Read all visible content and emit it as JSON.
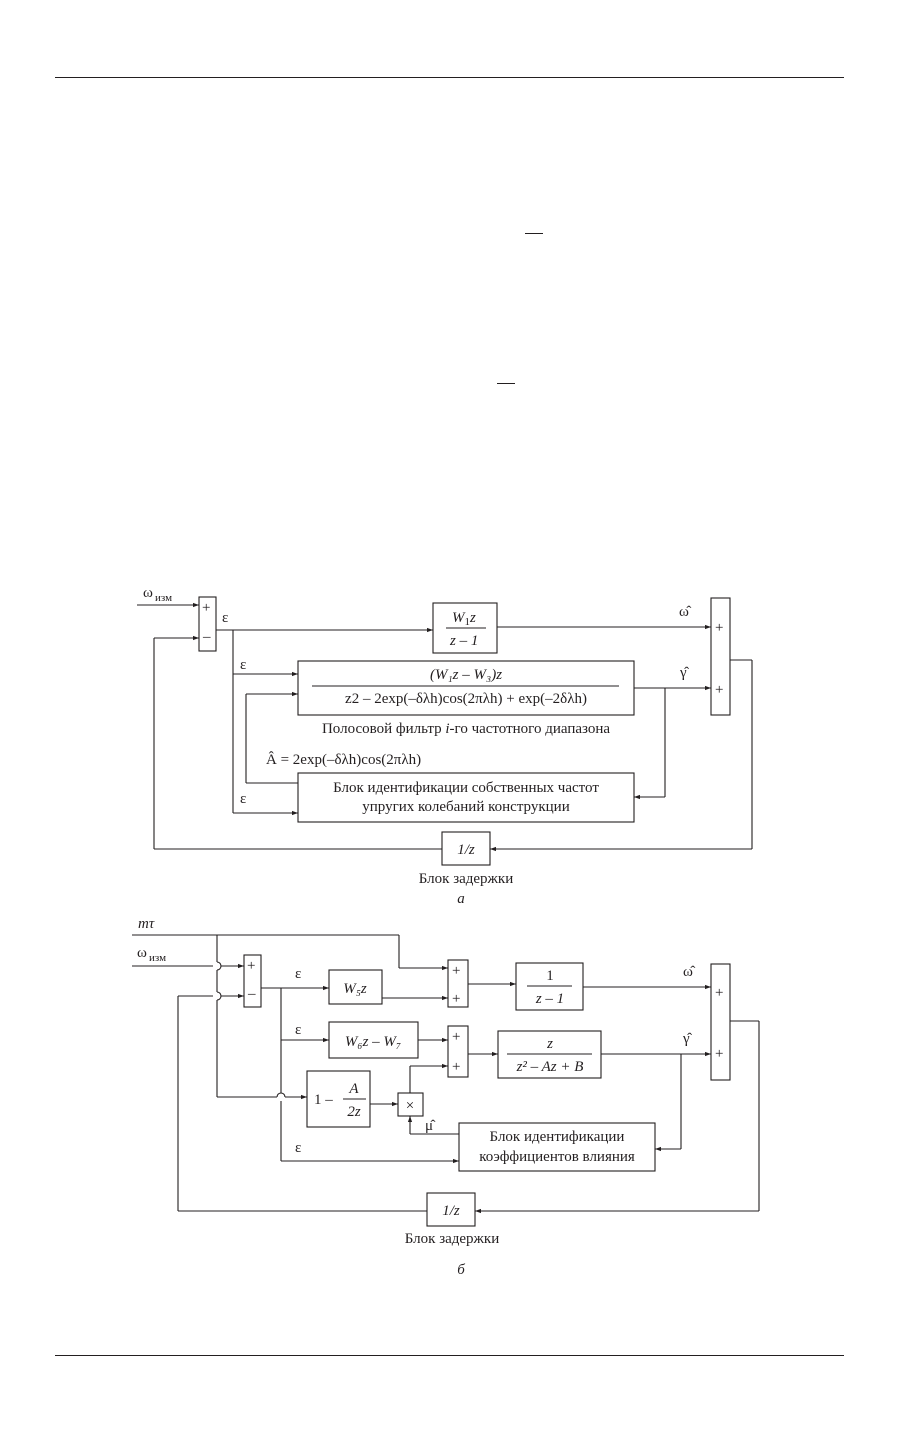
{
  "page": {
    "rule_color": "#231f20"
  },
  "diagram_a": {
    "input_label": "ω",
    "input_sub": "изм",
    "eps": "ε",
    "sum_in_plus": "+",
    "sum_in_minus": "–",
    "w1_num_var": "W",
    "w1_num_sub": "1",
    "w1_num_z": "z",
    "w1_den": "z – 1",
    "omega_hat": "ω̂",
    "gamma_hat": "γ̂",
    "sum_out_plus1": "+",
    "sum_out_plus2": "+",
    "bp_num": "(W₁z – W₃)z",
    "bp_den": "z2 – 2exp(–δλh)cos(2πλh) + exp(–2δλh)",
    "bp_caption_1": "Полосовой фильтр ",
    "bp_caption_i": "i",
    "bp_caption_2": "-го частотного диапазона",
    "a_hat_formula": "Â = 2exp(–δλh)cos(2πλh)",
    "ident_line1": "Блок идентификации собственных частот",
    "ident_line2": "упругих колебаний конструкции",
    "delay_label": "1/z",
    "delay_caption": "Блок задержки",
    "letter": "а"
  },
  "diagram_b": {
    "mtau": "mτ",
    "input_label": "ω",
    "input_sub": "изм",
    "sum_in_plus": "+",
    "sum_in_minus": "–",
    "eps": "ε",
    "w5": "W₅z",
    "w67": "W₆z – W₇",
    "one_minus": "1 –",
    "frac_num": "A",
    "frac_den": "2z",
    "mult": "×",
    "mu_hat": "μ̂",
    "sum_plus": "+",
    "int_num": "1",
    "int_den": "z – 1",
    "filt_num": "z",
    "filt_den": "z² – Az + B",
    "omega_hat": "ω̂",
    "gamma_hat": "γ̂",
    "ident_line1": "Блок идентификации",
    "ident_line2": "коэффициентов влияния",
    "delay_label": "1/z",
    "delay_caption": "Блок задержки",
    "letter": "б"
  }
}
